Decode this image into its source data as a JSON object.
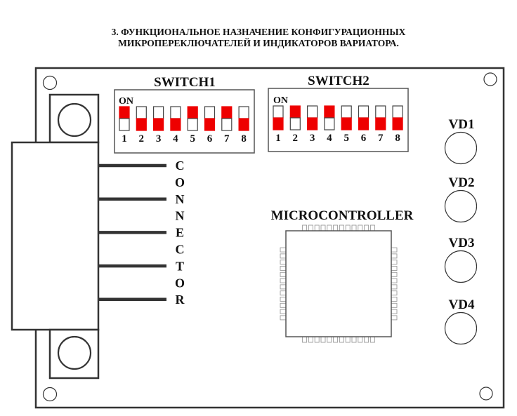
{
  "title": {
    "line1": "3. ФУНКЦИОНАЛЬНОЕ НАЗНАЧЕНИЕ КОНФИГУРАЦИОННЫХ",
    "line2": "МИКРОПЕРЕКЛЮЧАТЕЛЕЙ И ИНДИКАТОРОВ ВАРИАТОРА."
  },
  "colors": {
    "switch_on": "#ee0000",
    "outline": "#333333"
  },
  "switch1": {
    "label": "SWITCH1",
    "on_label": "ON",
    "positions": [
      {
        "num": "1",
        "state": "on"
      },
      {
        "num": "2",
        "state": "off"
      },
      {
        "num": "3",
        "state": "off"
      },
      {
        "num": "4",
        "state": "off"
      },
      {
        "num": "5",
        "state": "on"
      },
      {
        "num": "6",
        "state": "off"
      },
      {
        "num": "7",
        "state": "on"
      },
      {
        "num": "8",
        "state": "off"
      }
    ]
  },
  "switch2": {
    "label": "SWITCH2",
    "on_label": "ON",
    "positions": [
      {
        "num": "1",
        "state": "off"
      },
      {
        "num": "2",
        "state": "on"
      },
      {
        "num": "3",
        "state": "off"
      },
      {
        "num": "4",
        "state": "on"
      },
      {
        "num": "5",
        "state": "off"
      },
      {
        "num": "6",
        "state": "off"
      },
      {
        "num": "7",
        "state": "off"
      },
      {
        "num": "8",
        "state": "off"
      }
    ]
  },
  "connector": {
    "letters": [
      "C",
      "O",
      "N",
      "N",
      "E",
      "C",
      "T",
      "O",
      "R"
    ],
    "pin_count": 5
  },
  "microcontroller": {
    "label": "MICROCONTROLLER",
    "pins_per_side": 12
  },
  "indicators": [
    {
      "label": "VD1"
    },
    {
      "label": "VD2"
    },
    {
      "label": "VD3"
    },
    {
      "label": "VD4"
    }
  ]
}
